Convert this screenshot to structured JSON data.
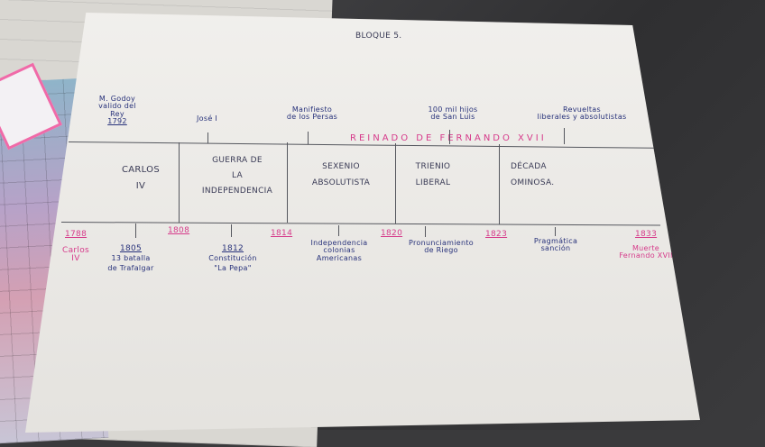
{
  "title": "BLOQUE 5.",
  "reinado": "REINADO DE FERNANDO XVII",
  "upper_events": [
    {
      "line1": "M. Godoy",
      "line2": "valido del",
      "line3": "Rey",
      "year": "1792"
    },
    {
      "text": "José I"
    },
    {
      "line1": "Manifiesto",
      "line2": "de los Persas"
    },
    {
      "line1": "100 mil hijos",
      "line2": "de San Luis"
    },
    {
      "line1": "Revueltas",
      "line2": "liberales y absolutistas"
    }
  ],
  "periods": [
    {
      "line1": "CARLOS",
      "line2": "IV"
    },
    {
      "line1": "GUERRA DE",
      "line2": "LA",
      "line3": "INDEPENDENCIA"
    },
    {
      "line1": "SEXENIO",
      "line2": "ABSOLUTISTA"
    },
    {
      "line1": "TRIENIO",
      "line2": "LIBERAL"
    },
    {
      "line1": "DÉCADA",
      "line2": "OMINOSA."
    }
  ],
  "years": [
    "1788",
    "1808",
    "1814",
    "1820",
    "1823",
    "1833"
  ],
  "lower_events": [
    {
      "line1": "Carlos",
      "line2": "IV"
    },
    {
      "year": "1805",
      "line1": "13 batalla",
      "line2": "de Trafalgar"
    },
    {
      "year": "1812",
      "line1": "Constitución",
      "line2": "\"La Pepa\""
    },
    {
      "line1": "Independencia",
      "line2": "colonias",
      "line3": "Americanas"
    },
    {
      "line1": "Pronunciamiento",
      "line2": "de Riego"
    },
    {
      "line1": "Pragmática",
      "line2": "sanción"
    },
    {
      "line1": "Muerte",
      "line2": "Fernando XVII"
    }
  ],
  "colors": {
    "navy_ink": "#27317a",
    "pink_ink": "#d63a8a",
    "pencil": "#393a55",
    "paper": "#eceae6"
  }
}
